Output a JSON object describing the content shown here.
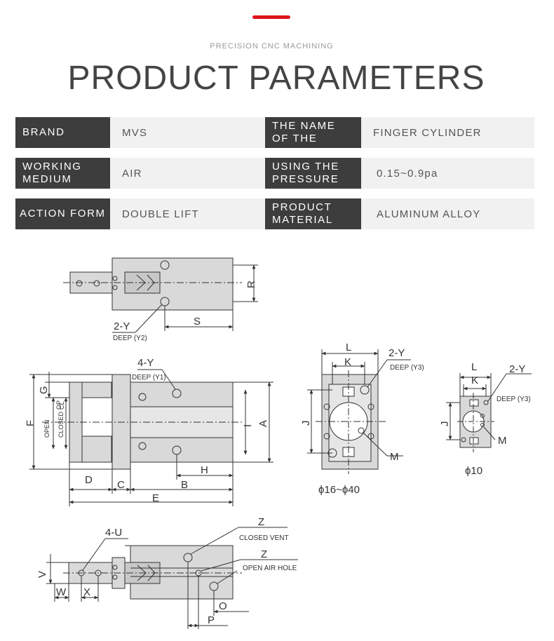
{
  "header": {
    "subtitle": "PRECISION CNC MACHINING",
    "title": "PRODUCT PARAMETERS",
    "accent_color": "#e0131a"
  },
  "params": [
    {
      "label1": "BRAND",
      "value1": "MVS",
      "label2": "THE NAME OF THE",
      "value2": "FINGER CYLINDER"
    },
    {
      "label1": "WORKING MEDIUM",
      "value1": "AIR",
      "label2": "USING THE PRESSURE",
      "value2": "0.15~0.9pa"
    },
    {
      "label1": "ACTION FORM",
      "value1": "DOUBLE LIFT",
      "label2": "PRODUCT MATERIAL",
      "value2": "ALUMINUM ALLOY"
    }
  ],
  "drawing": {
    "top_view": {
      "dim_r": "R",
      "dim_s": "S",
      "hole_label": "2-Y",
      "hole_note": "DEEP (Y2)"
    },
    "front_view": {
      "hole_label": "4-Y",
      "hole_note": "DEEP (Y1)",
      "dim_g": "G",
      "dim_f": "F",
      "dim_op": "OP",
      "dim_cl": "CL",
      "open_label": "OPEN",
      "closed_label": "CLOSED",
      "dim_i": "I",
      "dim_a": "A",
      "dim_h": "H",
      "dim_d": "D",
      "dim_c": "C",
      "dim_b": "B",
      "dim_e": "E"
    },
    "end_view_large": {
      "dim_l": "L",
      "dim_k": "K",
      "hole_label": "2-Y",
      "hole_note": "DEEP (Y3)",
      "dim_j": "J",
      "dim_m": "M",
      "caption": "ϕ16~ϕ40"
    },
    "end_view_small": {
      "dim_l": "L",
      "dim_k": "K",
      "hole_label": "2-Y",
      "hole_note": "DEEP (Y3)",
      "dim_j": "J",
      "dim_m": "M",
      "caption": "ϕ10"
    },
    "bottom_view": {
      "hole_label": "4-U",
      "dim_v": "V",
      "dim_w": "W",
      "dim_x": "X",
      "port_z1": "Z",
      "port_z1_note": "CLOSED VENT",
      "port_z2": "Z",
      "port_z2_note": "OPEN AIR HOLE",
      "dim_o": "O",
      "dim_p": "P"
    }
  }
}
